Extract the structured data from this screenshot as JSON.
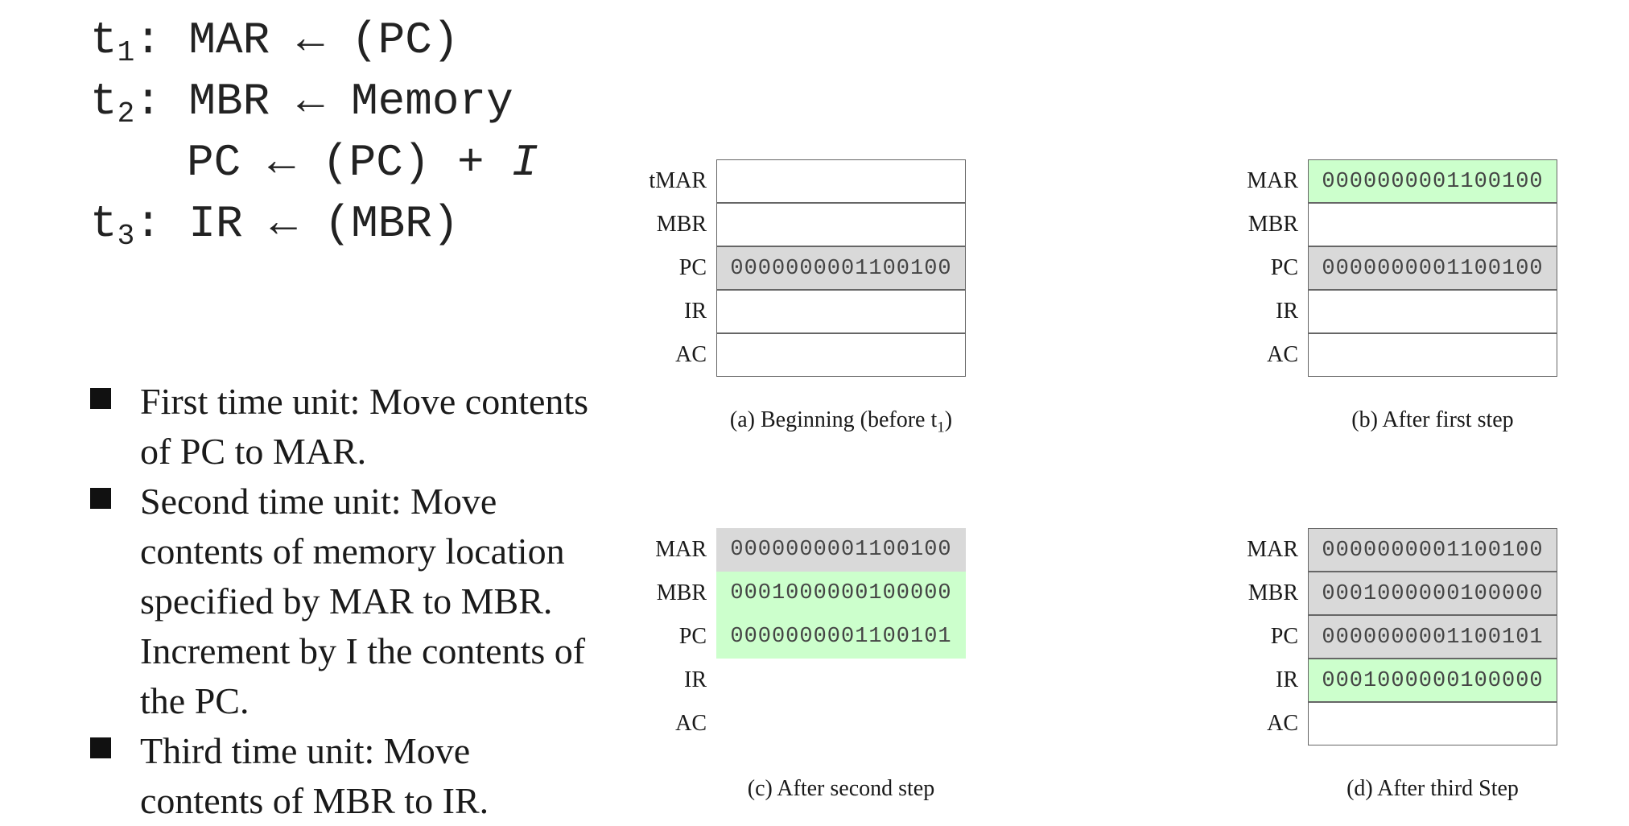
{
  "rtl": {
    "line1": {
      "t": "t",
      "sub": "1",
      "rest": ": MAR ← (PC)"
    },
    "line2": {
      "t": "t",
      "sub": "2",
      "rest": ": MBR ← Memory"
    },
    "line3": {
      "main": "PC ← (PC) + ",
      "italic": "I"
    },
    "line4": {
      "t": "t",
      "sub": "3",
      "rest": ": IR ← (MBR)"
    }
  },
  "bullets": [
    "First time unit: Move contents of PC to MAR.",
    "Second time unit: Move contents of memory location specified by MAR to MBR. Increment by I the contents of the PC.",
    "Third time unit: Move contents of MBR to IR."
  ],
  "panels": [
    {
      "caption": "(a) Beginning (before t",
      "caption_sub": "1",
      "caption_end": ")",
      "registers": [
        {
          "label": "tMAR",
          "value": "",
          "style": "empty"
        },
        {
          "label": "MBR",
          "value": "",
          "style": "empty"
        },
        {
          "label": "PC",
          "value": "0000000001100100",
          "style": "gray"
        },
        {
          "label": "IR",
          "value": "",
          "style": "empty"
        },
        {
          "label": "AC",
          "value": "",
          "style": "empty"
        }
      ]
    },
    {
      "caption": "(b) After first step",
      "registers": [
        {
          "label": "MAR",
          "value": "0000000001100100",
          "style": "green"
        },
        {
          "label": "MBR",
          "value": "",
          "style": "empty"
        },
        {
          "label": "PC",
          "value": "0000000001100100",
          "style": "gray"
        },
        {
          "label": "IR",
          "value": "",
          "style": "empty"
        },
        {
          "label": "AC",
          "value": "",
          "style": "empty"
        }
      ]
    },
    {
      "caption": "(c) After second step",
      "registers": [
        {
          "label": "MAR",
          "value": "0000000001100100",
          "style": "gray"
        },
        {
          "label": "MBR",
          "value": "0001000000100000",
          "style": "green"
        },
        {
          "label": "PC",
          "value": "0000000001100101",
          "style": "green"
        },
        {
          "label": "IR",
          "value": "",
          "style": "none"
        },
        {
          "label": "AC",
          "value": "",
          "style": "none"
        }
      ]
    },
    {
      "caption": "(d) After third Step",
      "registers": [
        {
          "label": "MAR",
          "value": "0000000001100100",
          "style": "gray"
        },
        {
          "label": "MBR",
          "value": "0001000000100000",
          "style": "gray"
        },
        {
          "label": "PC",
          "value": "0000000001100101",
          "style": "gray"
        },
        {
          "label": "IR",
          "value": "0001000000100000",
          "style": "green"
        },
        {
          "label": "AC",
          "value": "",
          "style": "empty"
        }
      ]
    }
  ]
}
